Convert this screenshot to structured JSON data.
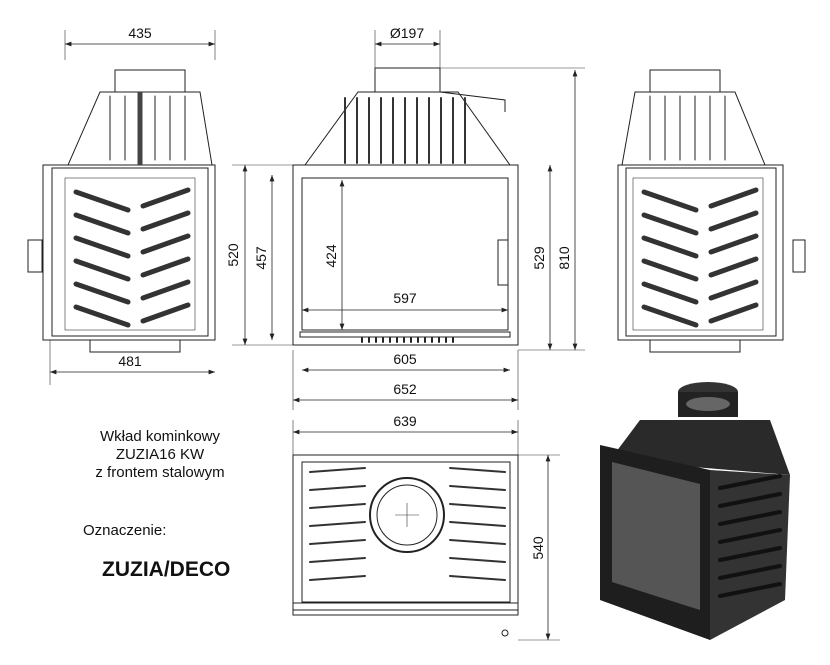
{
  "title": {
    "line1": "Wkład kominkowy",
    "line2": "ZUZIA16 KW",
    "line3": "z frontem stalowym"
  },
  "designation_label": "Oznaczenie:",
  "designation_value": "ZUZIA/DECO",
  "dimensions": {
    "side_depth_top": "435",
    "flue_diameter": "Ø197",
    "side_height": "520",
    "side_inner_height": "457",
    "glass_height": "424",
    "glass_width": "597",
    "front_inner_width": "605",
    "front_width": "652",
    "front_height": "529",
    "total_height": "810",
    "side_depth_bottom": "481",
    "top_width": "639",
    "top_depth": "540"
  }
}
